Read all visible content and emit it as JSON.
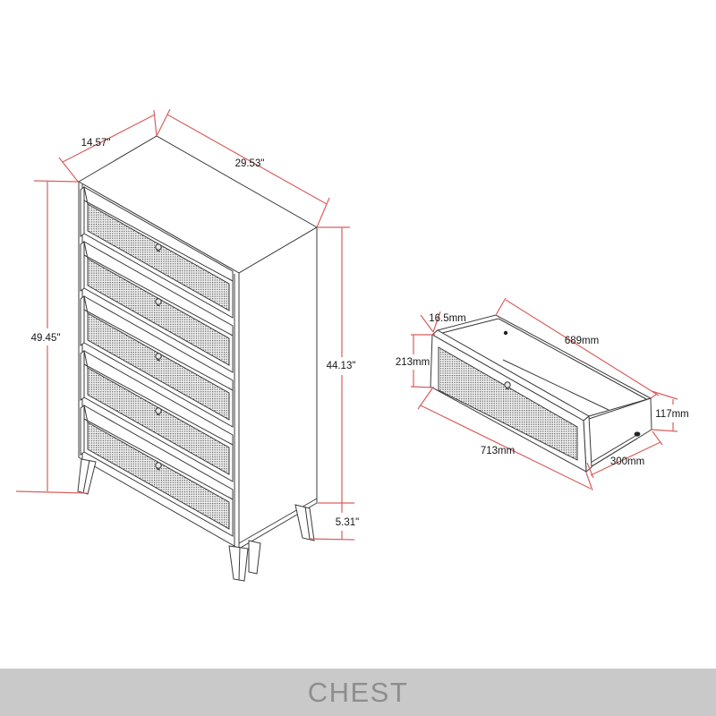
{
  "banner": {
    "label": "CHEST",
    "bg_color": "#c9c9c9",
    "text_color": "#8e8e8e"
  },
  "colors": {
    "outline": "#3b3b3b",
    "dimension_line": "#d95f5f",
    "background": "#ffffff"
  },
  "chest_view": {
    "name": "chest-isometric-view",
    "drawer_count": 5,
    "dimensions": {
      "depth": "14.57\"",
      "width": "29.53\"",
      "total_height": "49.45\"",
      "body_height": "44.13\"",
      "leg_height": "5.31\""
    }
  },
  "drawer_view": {
    "name": "drawer-isometric-view",
    "dimensions": {
      "front_thickness": "16.5mm",
      "inner_length": "689mm",
      "front_height": "213mm",
      "front_width": "713mm",
      "side_height": "117mm",
      "slide_length": "300mm"
    }
  }
}
